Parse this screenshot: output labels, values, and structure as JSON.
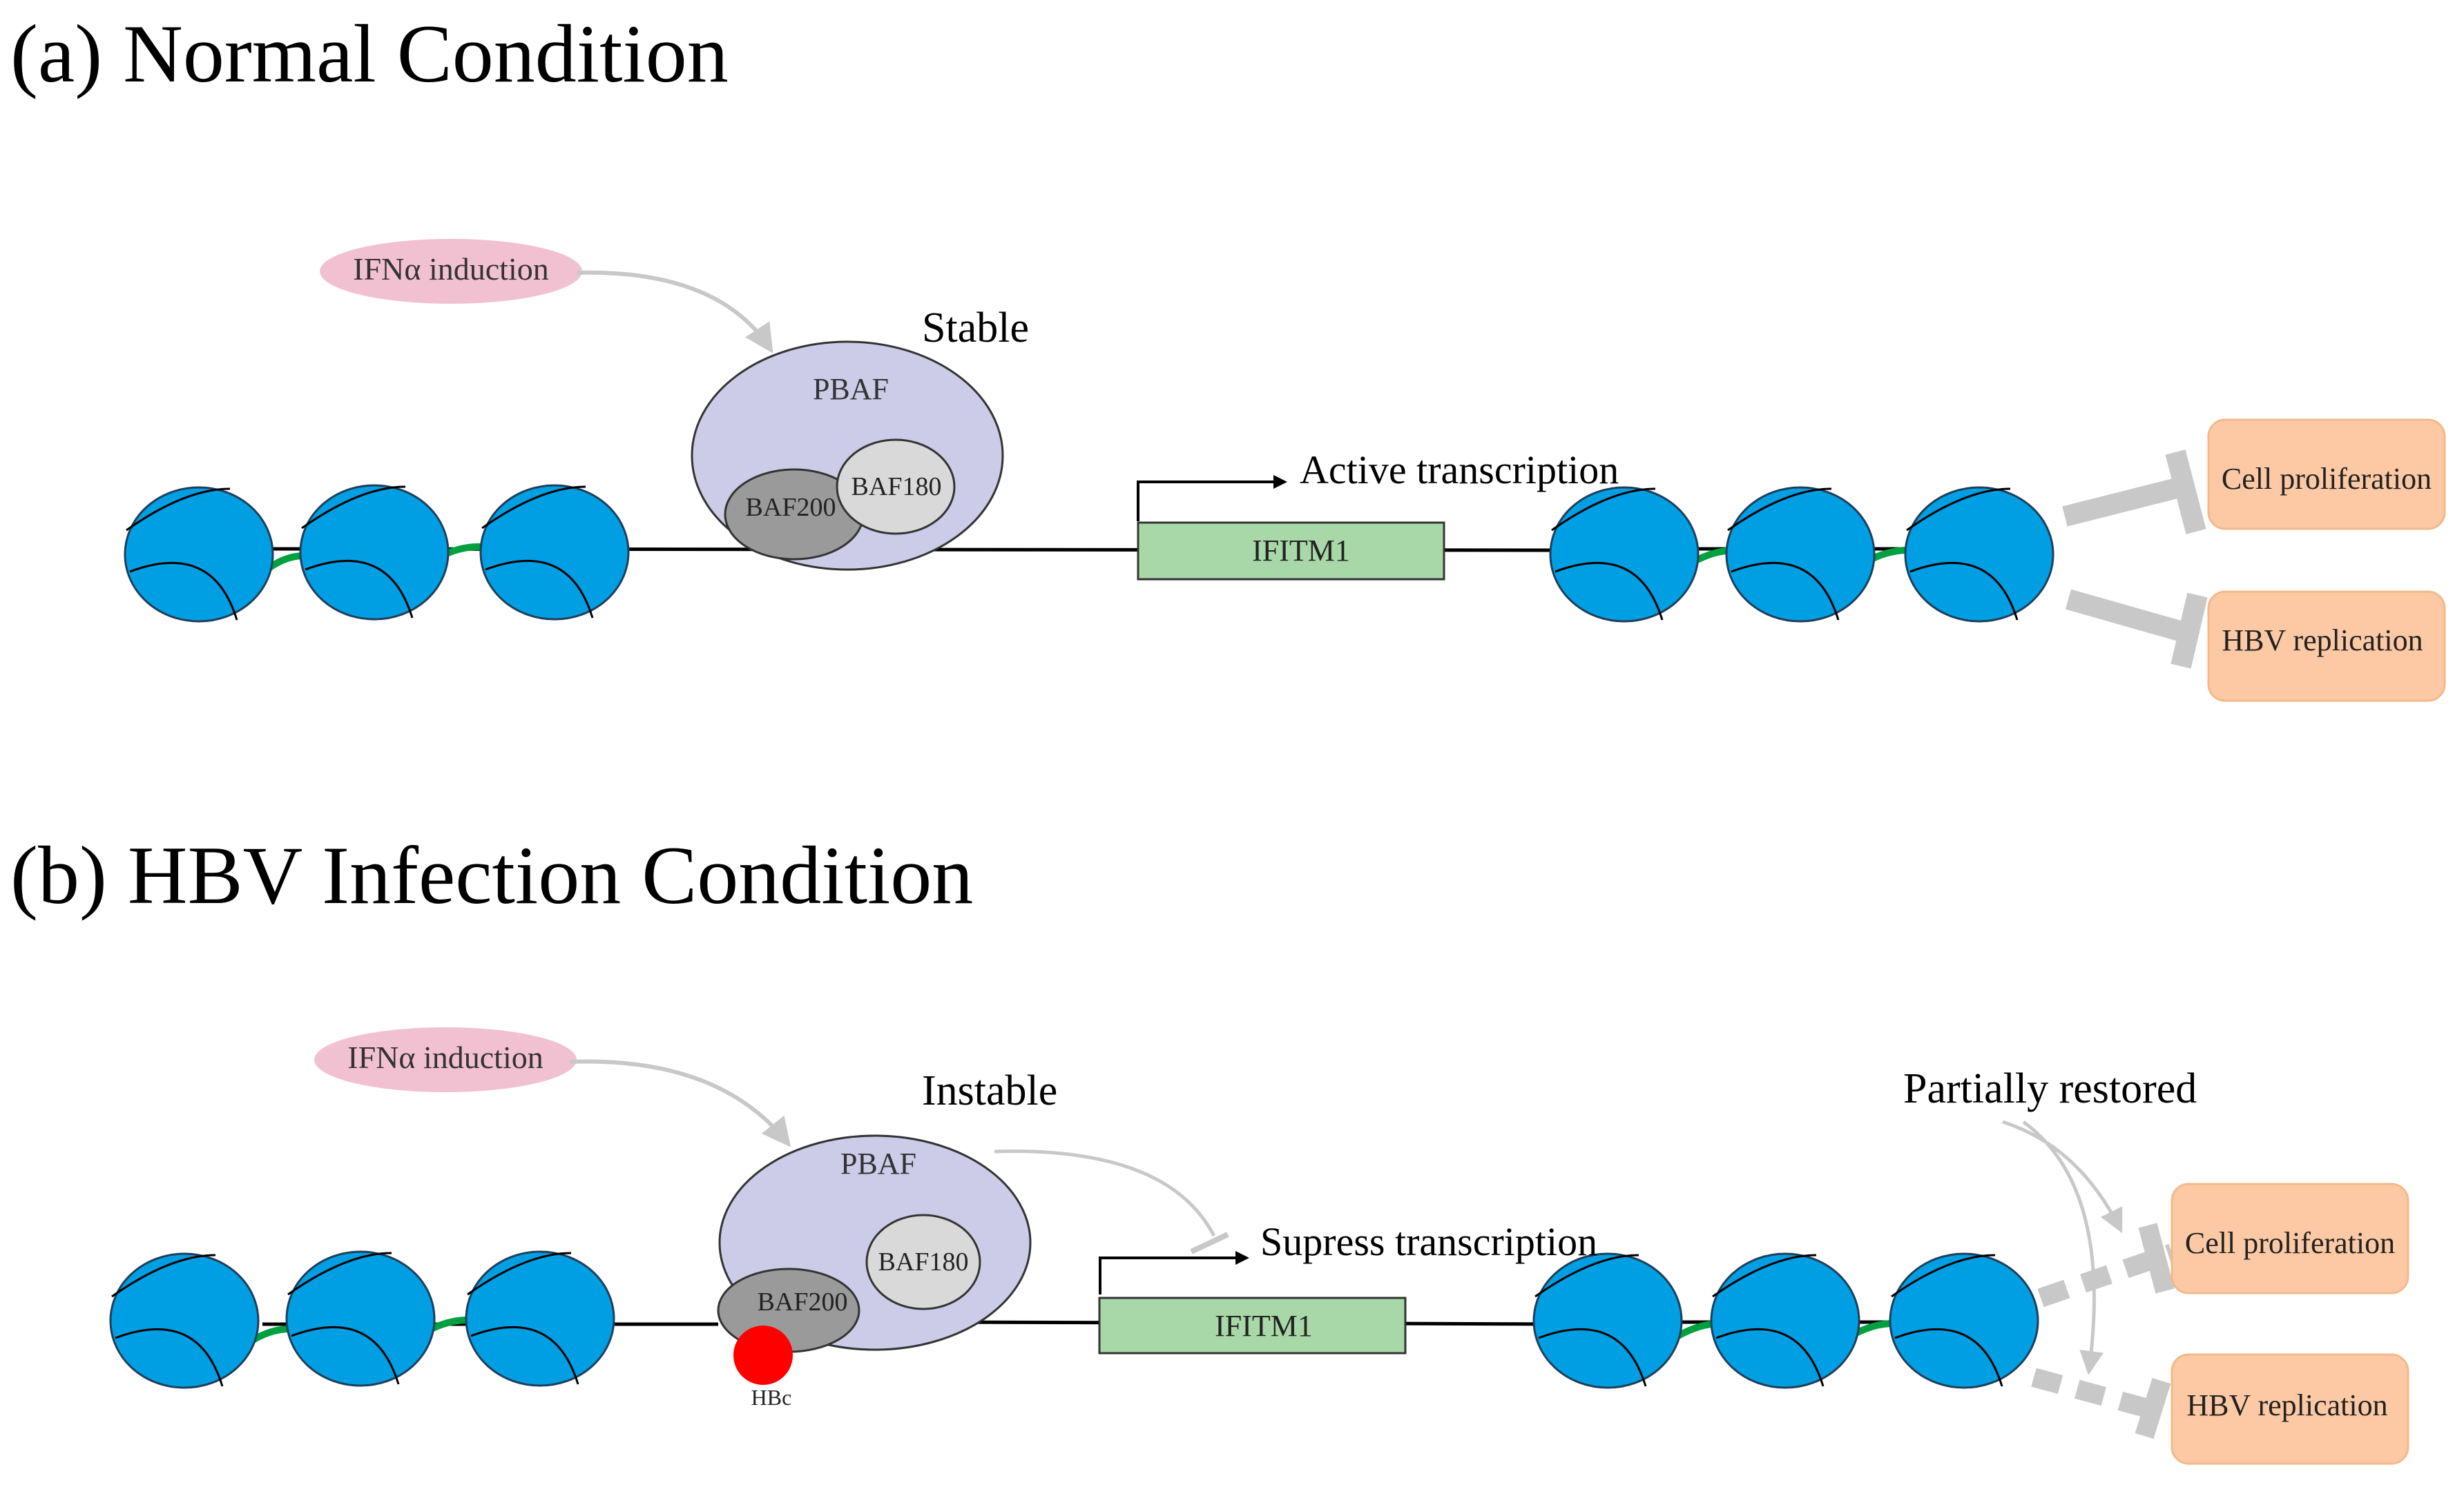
{
  "panel_a": {
    "heading": "(a) Normal Condition",
    "inducer": "IFNα induction",
    "state": "Stable",
    "complex": "PBAF",
    "sub_1": "BAF200",
    "sub_2": "BAF180",
    "transcription": "Active transcription",
    "gene": "IFITM1",
    "outcome_1": "Cell proliferation",
    "outcome_2": "HBV replication"
  },
  "panel_b": {
    "heading": "(b) HBV Infection Condition",
    "inducer": "IFNα induction",
    "state": "Instable",
    "complex": "PBAF",
    "sub_1": "BAF200",
    "sub_2": "BAF180",
    "viral_protein": "HBc",
    "transcription": "Supress transcription",
    "gene": "IFITM1",
    "restore_label": "Partially restored",
    "outcome_1": "Cell proliferation",
    "outcome_2": "HBV replication"
  },
  "colors": {
    "nucleosome": "#009fe3",
    "pbaf": "#cccbe8",
    "baf200": "#9a9a9a",
    "baf180": "#d9d9d9",
    "gene_box": "#a8d8a8",
    "outcome_box": "#fcc9a4",
    "inducer": "#f2c1d1",
    "hbc": "#ff0000",
    "inhibition": "#c8c8c8"
  }
}
